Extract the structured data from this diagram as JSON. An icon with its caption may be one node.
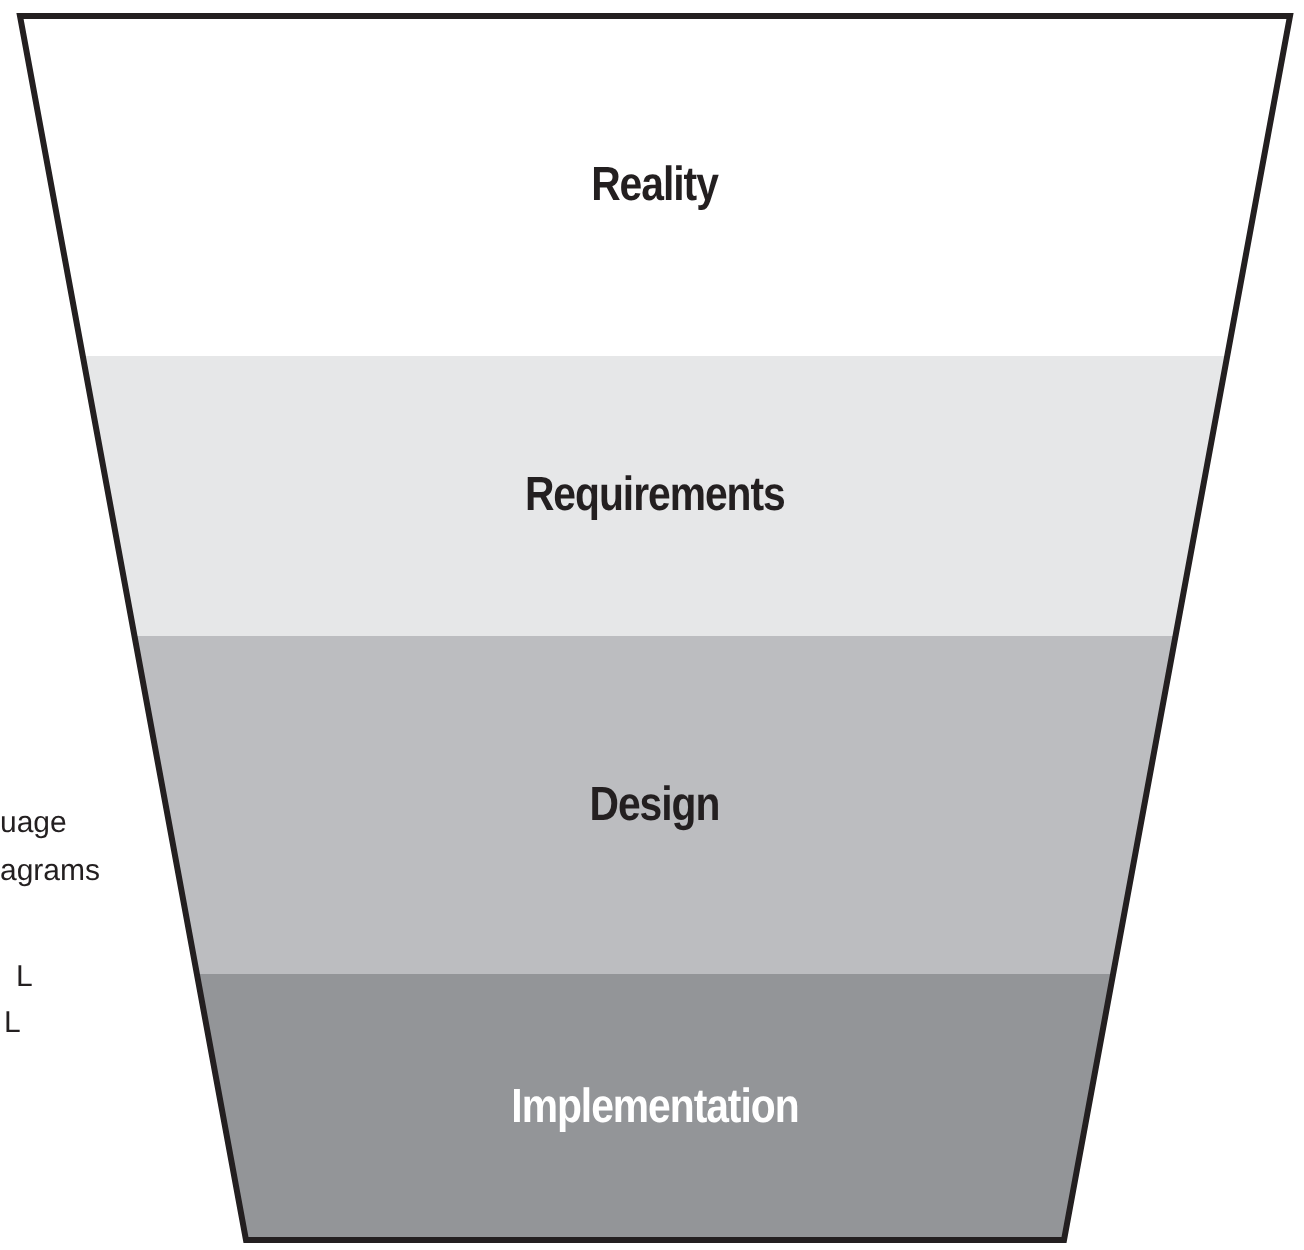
{
  "diagram": {
    "nodes": [
      {
        "text": [
          "Reality"
        ]
      },
      {
        "text": [
          "Requirements"
        ]
      },
      {
        "text": [
          "Design"
        ]
      },
      {
        "text": [
          "Implementation"
        ]
      }
    ],
    "labels": [
      "uage",
      "agrams",
      "L",
      "L"
    ]
  }
}
